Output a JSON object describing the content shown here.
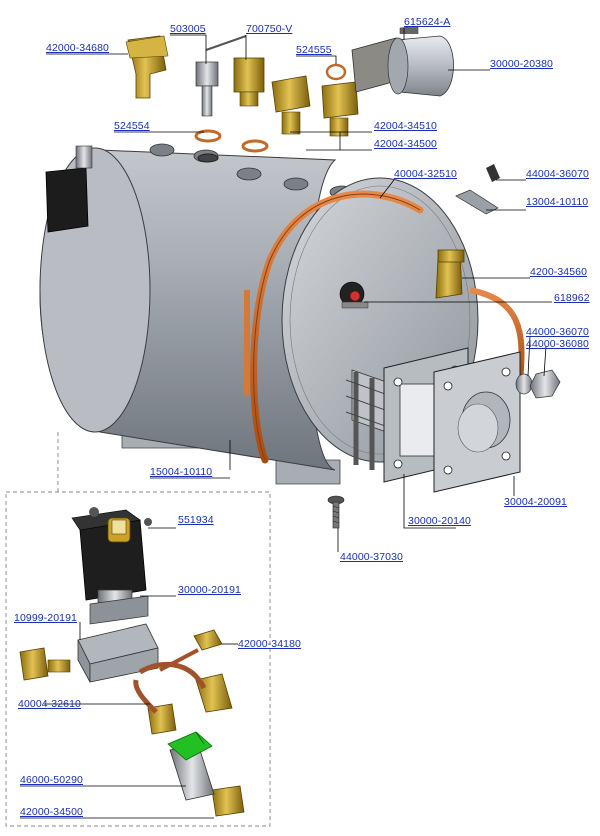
{
  "diagram": {
    "labels": [
      {
        "id": "p1",
        "text": "42000-34680"
      },
      {
        "id": "p2",
        "text": "503005"
      },
      {
        "id": "p3",
        "text": "700750-V"
      },
      {
        "id": "p4",
        "text": "615624-A"
      },
      {
        "id": "p5",
        "text": "524555"
      },
      {
        "id": "p6",
        "text": "30000-20380"
      },
      {
        "id": "p7",
        "text": "524554"
      },
      {
        "id": "p8",
        "text": "42004-34510"
      },
      {
        "id": "p9",
        "text": "42004-34500"
      },
      {
        "id": "p10",
        "text": "40004-32510"
      },
      {
        "id": "p11",
        "text": "44004-36070"
      },
      {
        "id": "p12",
        "text": "13004-10110"
      },
      {
        "id": "p13",
        "text": "4200-34560"
      },
      {
        "id": "p14",
        "text": "618962"
      },
      {
        "id": "p15",
        "text": "44000-36070"
      },
      {
        "id": "p16",
        "text": "44000-36080"
      },
      {
        "id": "p17",
        "text": "15004-10110"
      },
      {
        "id": "p18",
        "text": "30004-20091"
      },
      {
        "id": "p19",
        "text": "30000-20140"
      },
      {
        "id": "p20",
        "text": "44000-37030"
      },
      {
        "id": "p21",
        "text": "551934"
      },
      {
        "id": "p22",
        "text": "30000-20191"
      },
      {
        "id": "p23",
        "text": "10999-20191"
      },
      {
        "id": "p24",
        "text": "42000-34180"
      },
      {
        "id": "p25",
        "text": "40004-32610"
      },
      {
        "id": "p26",
        "text": "46000-50290"
      },
      {
        "id": "p27",
        "text": "42000-34500"
      }
    ]
  },
  "colors": {
    "label": "#1a2fb5",
    "leader": "#000000",
    "boiler_body": "#9aa0a8",
    "copper": "#d2691e",
    "brass": "#c9a227",
    "valve_handle": "#22c022",
    "coil": "#1f1f1f"
  }
}
